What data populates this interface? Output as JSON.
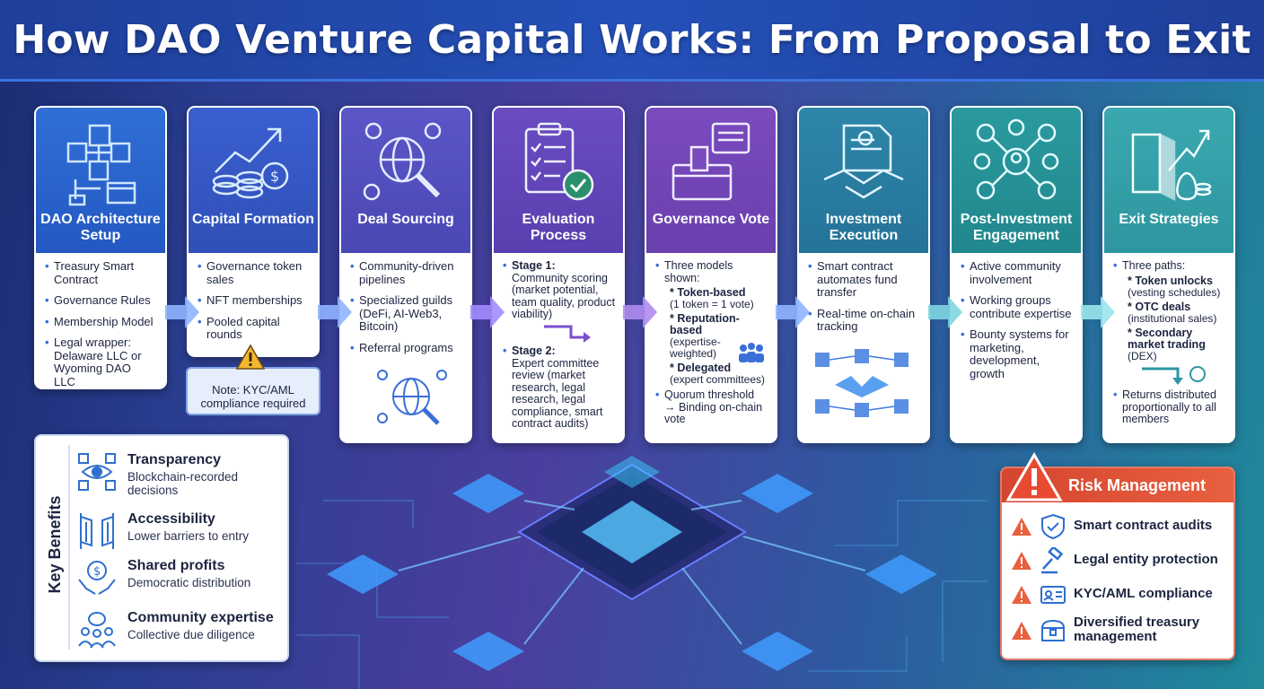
{
  "title": "How DAO Venture Capital Works: From Proposal to Exit",
  "steps": [
    {
      "title": "DAO Architecture Setup",
      "items": [
        "Treasury Smart Contract",
        "Governance Rules",
        "Membership Model",
        "Legal wrapper: Delaware LLC or Wyoming DAO LLC"
      ]
    },
    {
      "title": "Capital Formation",
      "items": [
        "Governance token sales",
        "NFT memberships",
        "Pooled capital rounds"
      ],
      "note": "Note: KYC/AML compliance required"
    },
    {
      "title": "Deal Sourcing",
      "items": [
        "Community-driven pipelines",
        "Specialized guilds (DeFi, AI-Web3, Bitcoin)",
        "Referral programs"
      ]
    },
    {
      "title": "Evaluation Process",
      "stage1_label": "Stage 1:",
      "stage1_text": "Community scoring (market potential, team quality, product viability)",
      "stage2_label": "Stage 2:",
      "stage2_text": "Expert committee review (market research, legal research, legal compliance, smart contract audits)"
    },
    {
      "title": "Governance Vote",
      "intro": "Three models shown:",
      "models": [
        {
          "name": "Token-based",
          "detail": "(1 token = 1 vote)"
        },
        {
          "name": "Reputation-based",
          "detail": "(expertise-weighted)"
        },
        {
          "name": "Delegated",
          "detail": "(expert committees)"
        }
      ],
      "outro": "Quorum threshold → Binding on-chain vote"
    },
    {
      "title": "Investment Execution",
      "items": [
        "Smart contract automates fund transfer",
        "Real-time on-chain tracking"
      ]
    },
    {
      "title": "Post-Investment Engagement",
      "items": [
        "Active community involvement",
        "Working groups contribute expertise",
        "Bounty systems for marketing, development, growth"
      ]
    },
    {
      "title": "Exit Strategies",
      "intro": "Three paths:",
      "paths": [
        {
          "name": "Token unlocks",
          "detail": "(vesting schedules)"
        },
        {
          "name": "OTC deals",
          "detail": "(institutional sales)"
        },
        {
          "name": "Secondary market trading",
          "detail": "(DEX)"
        }
      ],
      "outro": "Returns distributed proportionally to all members"
    }
  ],
  "benefits": {
    "label": "Key Benefits",
    "items": [
      {
        "title": "Transparency",
        "desc": "Blockchain-recorded decisions",
        "icon": "eye-blocks-icon"
      },
      {
        "title": "Accessibility",
        "desc": "Lower barriers to entry",
        "icon": "open-gate-icon"
      },
      {
        "title": "Shared profits",
        "desc": "Democratic distribution",
        "icon": "hands-coin-icon"
      },
      {
        "title": "Community expertise",
        "desc": "Collective due diligence",
        "icon": "people-brain-icon"
      }
    ]
  },
  "risk": {
    "title": "Risk Management",
    "items": [
      {
        "label": "Smart contract audits",
        "icon": "shield-check-icon"
      },
      {
        "label": "Legal entity protection",
        "icon": "gavel-icon"
      },
      {
        "label": "KYC/AML compliance",
        "icon": "id-card-icon"
      },
      {
        "label": "Diversified treasury management",
        "icon": "treasure-chest-icon"
      }
    ]
  },
  "colors": {
    "step_heads": [
      "#2f6fd6",
      "#3a5fcf",
      "#5a56c8",
      "#6a4cc0",
      "#7a4bbd",
      "#2e86a8",
      "#2a9a9e",
      "#3aa8b0"
    ],
    "risk": "#d6452f"
  }
}
